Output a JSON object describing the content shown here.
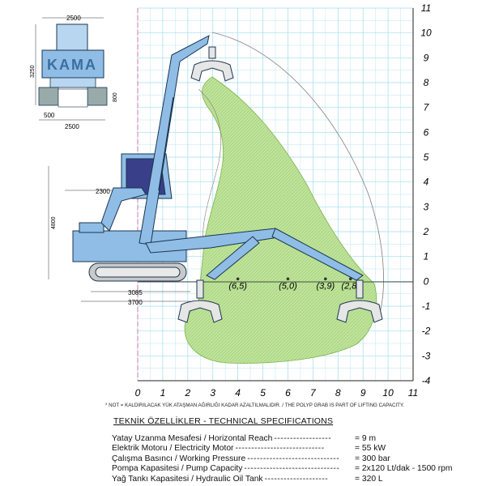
{
  "brand": "KAMA",
  "dimensions": {
    "width_top": "2500",
    "height_cab": "3250",
    "track_h": "800",
    "track_w": "500",
    "width_bottom": "2500",
    "boom_pivot": "2300",
    "body_height": "4800",
    "track_len": "3085",
    "overall_len": "3700"
  },
  "chart_data": {
    "type": "area",
    "x_ticks": [
      "0",
      "1",
      "2",
      "3",
      "4",
      "5",
      "6",
      "7",
      "8",
      "9",
      "10",
      "11"
    ],
    "y_ticks": [
      "11",
      "10",
      "9",
      "8",
      "7",
      "6",
      "5",
      "4",
      "3",
      "2",
      "1",
      "0",
      "-1",
      "-2",
      "-3",
      "-4"
    ],
    "xlim": [
      0,
      11
    ],
    "ylim": [
      -4,
      11
    ],
    "grid": true,
    "working_envelope_color": "#b5dc8c",
    "lift_capacity_labels": [
      {
        "x": 4,
        "label": "(6,5)"
      },
      {
        "x": 6,
        "label": "(5,0)"
      },
      {
        "x": 7.5,
        "label": "(3,9)"
      },
      {
        "x": 8.5,
        "label": "(2,8)"
      }
    ]
  },
  "note": "* NOT = KALDIRILACAK YÜK ATAŞMAN AĞIRLIĞI KADAR AZALTILMALIDIR. / THE POLYP GRAB IS PART OF LIFTING CAPACITY.",
  "spec_title": "TEKNİK ÖZELLİKLER - TECHNICAL SPECIFICATIONS",
  "specs": [
    {
      "label": "Yatay Uzanma Mesafesi / Horizontal Reach",
      "dots": "------------------",
      "value": "= 9 m"
    },
    {
      "label": "Elektrik Motoru / Electricity Motor",
      "dots": "----------------------------",
      "value": "= 55 kW"
    },
    {
      "label": "Çalışma Basıncı / Working Pressure",
      "dots": "-----------------------------",
      "value": "= 300 bar"
    },
    {
      "label": "Pompa Kapasitesi / Pump Capacity",
      "dots": "------------------------------",
      "value": "= 2x120 Lt/dak - 1500 rpm"
    },
    {
      "label": "Yağ Tankı Kapasitesi / Hydraulic Oil Tank",
      "dots": "--------------------",
      "value": "= 320 L"
    }
  ],
  "colors": {
    "machine": "#8fbde6",
    "machine_stroke": "#1a3550",
    "grid": "#9fdcef",
    "axis": "#222222"
  }
}
